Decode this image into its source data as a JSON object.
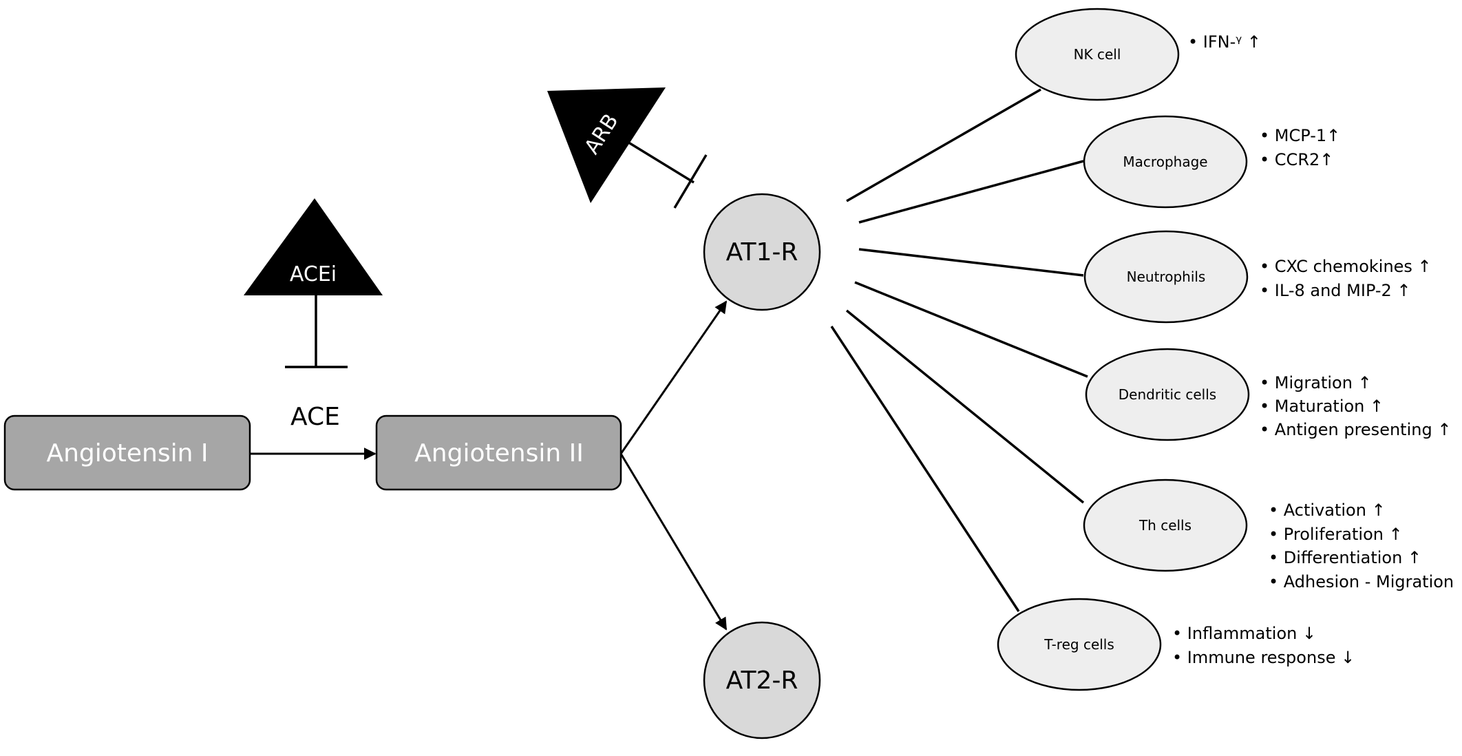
{
  "nodes": {
    "angiotensin_1": "Angiotensin I",
    "angiotensin_2": "Angiotensin II",
    "ace": "ACE",
    "acei": "ACEi",
    "arb": "ARB",
    "at1r": "AT1-R",
    "at2r": "AT2-R"
  },
  "cells": [
    {
      "name": "NK cell",
      "effects": [
        "IFN-ᵞ ↑"
      ]
    },
    {
      "name": "Macrophage",
      "effects": [
        "MCP-1↑",
        "CCR2↑"
      ]
    },
    {
      "name": "Neutrophils",
      "effects": [
        "CXC chemokines ↑",
        "IL-8 and MIP-2 ↑"
      ]
    },
    {
      "name": "Dendritic cells",
      "effects": [
        "Migration ↑",
        "Maturation ↑",
        "Antigen presenting ↑"
      ]
    },
    {
      "name": "Th cells",
      "effects": [
        "Activation ↑",
        "Proliferation ↑",
        "Differentiation ↑",
        "Adhesion - Migration ↑"
      ]
    },
    {
      "name": "T-reg cells",
      "effects": [
        "Inflammation ↓",
        "Immune response ↓"
      ]
    }
  ],
  "colors": {
    "box_fill": "#a6a6a6",
    "receptor_fill": "#d9d9d9",
    "cell_fill": "#eeeeee",
    "inhibitor_fill": "#000000",
    "stroke": "#000000"
  }
}
